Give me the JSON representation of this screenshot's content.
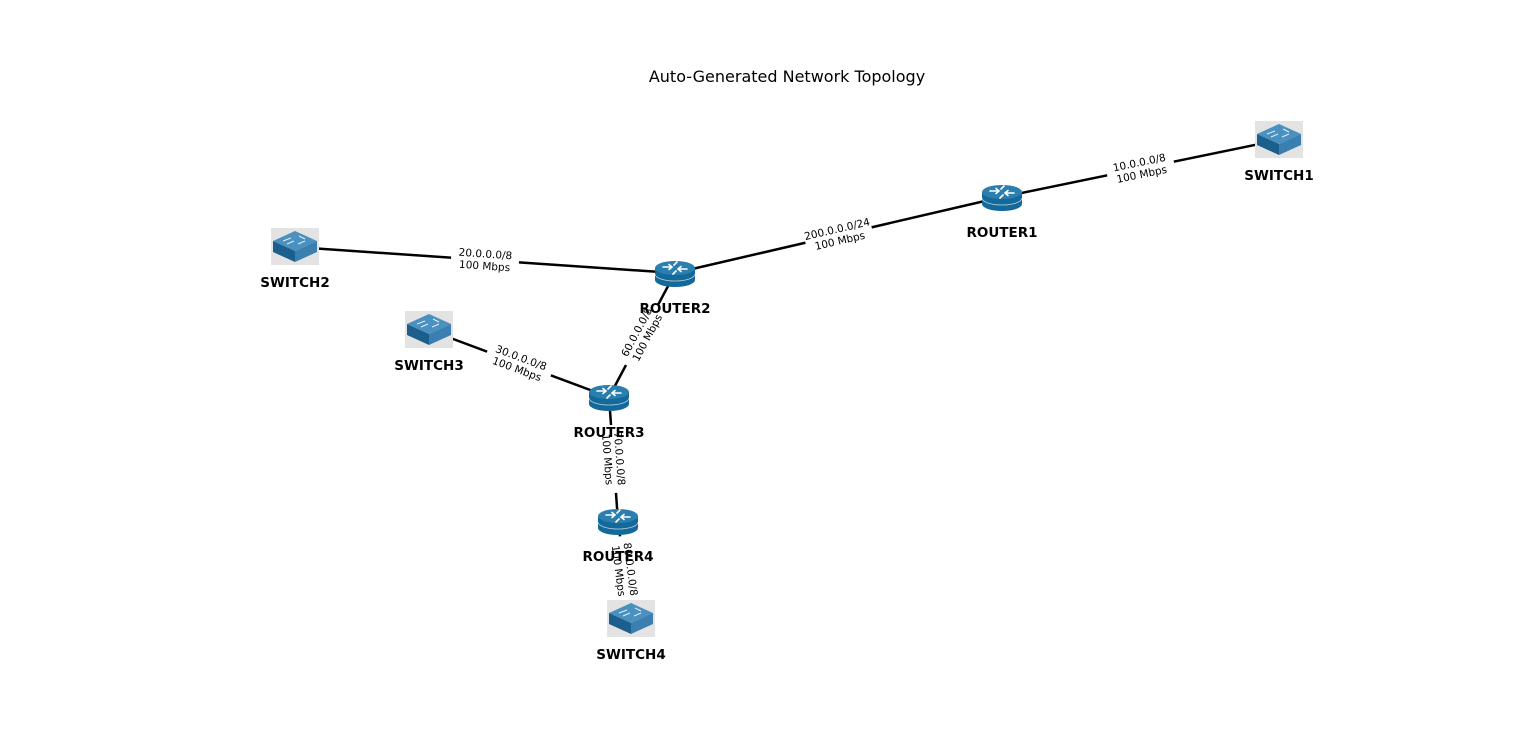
{
  "title": "Auto-Generated Network Topology",
  "colors": {
    "router_top": "#2a7fae",
    "router_body": "#13699a",
    "switch_dark": "#1d5f8c",
    "switch_light": "#4a90c0",
    "switch_bg": "#e3e3e3",
    "edge": "#000000"
  },
  "nodes": [
    {
      "id": "SWITCH1",
      "label": "SWITCH1",
      "type": "switch",
      "icon": "switch-icon"
    },
    {
      "id": "ROUTER1",
      "label": "ROUTER1",
      "type": "router",
      "icon": "router-icon"
    },
    {
      "id": "SWITCH2",
      "label": "SWITCH2",
      "type": "switch",
      "icon": "switch-icon"
    },
    {
      "id": "ROUTER2",
      "label": "ROUTER2",
      "type": "router",
      "icon": "router-icon"
    },
    {
      "id": "SWITCH3",
      "label": "SWITCH3",
      "type": "switch",
      "icon": "switch-icon"
    },
    {
      "id": "ROUTER3",
      "label": "ROUTER3",
      "type": "router",
      "icon": "router-icon"
    },
    {
      "id": "ROUTER4",
      "label": "ROUTER4",
      "type": "router",
      "icon": "router-icon"
    },
    {
      "id": "SWITCH4",
      "label": "SWITCH4",
      "type": "switch",
      "icon": "switch-icon"
    }
  ],
  "links": [
    {
      "from": "ROUTER1",
      "to": "SWITCH1",
      "network": "10.0.0.0/8",
      "bandwidth": "100 Mbps"
    },
    {
      "from": "ROUTER2",
      "to": "ROUTER1",
      "network": "200.0.0.0/24",
      "bandwidth": "100 Mbps"
    },
    {
      "from": "SWITCH2",
      "to": "ROUTER2",
      "network": "20.0.0.0/8",
      "bandwidth": "100 Mbps"
    },
    {
      "from": "ROUTER2",
      "to": "ROUTER3",
      "network": "60.0.0.0/8",
      "bandwidth": "100 Mbps"
    },
    {
      "from": "SWITCH3",
      "to": "ROUTER3",
      "network": "30.0.0.0/8",
      "bandwidth": "100 Mbps"
    },
    {
      "from": "ROUTER3",
      "to": "ROUTER4",
      "network": "70.0.0.0/8",
      "bandwidth": "100 Mbps"
    },
    {
      "from": "ROUTER4",
      "to": "SWITCH4",
      "network": "80.0.0.0/8",
      "bandwidth": "100 Mbps"
    }
  ]
}
